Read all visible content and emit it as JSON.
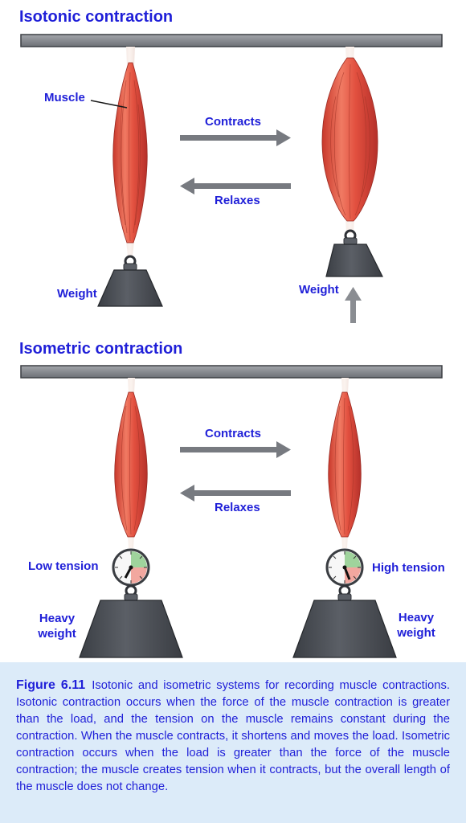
{
  "colors": {
    "label_blue": "#1f1fd8",
    "bar_gray": "#7d8086",
    "muscle_red": "#e2503f",
    "weight_dark": "#474b52",
    "arrow_gray": "#777a80",
    "caption_bg": "#dcebf9",
    "gauge_green": "#9fd39c",
    "gauge_red": "#f2a79f"
  },
  "isotonic": {
    "title": "Isotonic contraction",
    "muscle_label": "Muscle",
    "contracts_label": "Contracts",
    "relaxes_label": "Relaxes",
    "weight_left_label": "Weight",
    "weight_right_label": "Weight"
  },
  "isometric": {
    "title": "Isometric contraction",
    "contracts_label": "Contracts",
    "relaxes_label": "Relaxes",
    "low_tension_label": "Low tension",
    "high_tension_label": "High tension",
    "heavy_weight_left_label": "Heavy weight",
    "heavy_weight_right_label": "Heavy weight"
  },
  "caption": {
    "figure_number": "Figure 6.11",
    "text": "Isotonic and isometric systems for recording muscle contractions. Isotonic contraction occurs when the force of the muscle contraction is greater than the load, and the tension on the muscle remains constant during the contraction. When the muscle contracts, it shortens and moves the load. Isometric contraction occurs when the load is greater than the force of the muscle contraction; the muscle creates tension when it contracts, but the overall length of the muscle does not change."
  }
}
